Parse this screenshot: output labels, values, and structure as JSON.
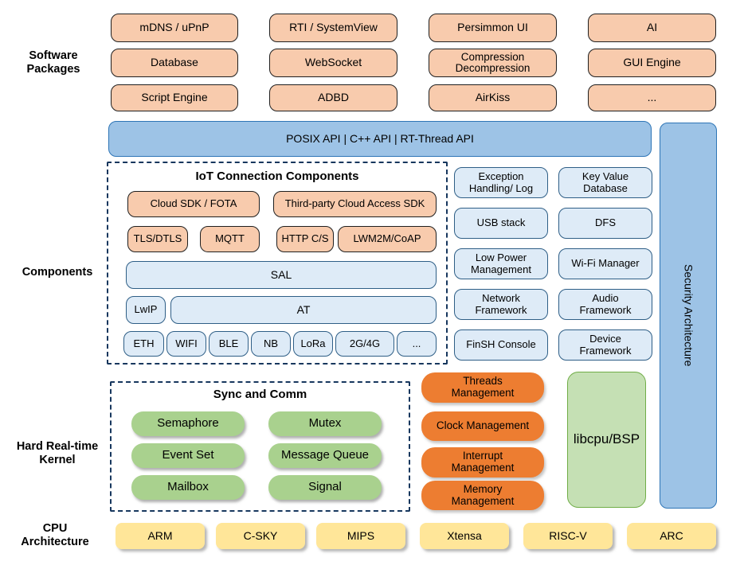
{
  "labels": {
    "software": "Software\nPackages",
    "components": "Components",
    "kernel": "Hard Real-time\nKernel",
    "cpu": "CPU\nArchitecture"
  },
  "software": {
    "items": [
      "mDNS / uPnP",
      "RTI / SystemView",
      "Persimmon UI",
      "AI",
      "Database",
      "WebSocket",
      "Compression\nDecompression",
      "GUI Engine",
      "Script Engine",
      "ADBD",
      "AirKiss",
      "..."
    ]
  },
  "api_bar": {
    "label": "POSIX API  |  C++ API  |  RT-Thread API"
  },
  "iot": {
    "title": "IoT Connection Components",
    "cloud": [
      "Cloud SDK / FOTA",
      "Third-party Cloud Access SDK"
    ],
    "protocols": [
      "TLS/DTLS",
      "MQTT",
      "HTTP C/S",
      "LWM2M/CoAP"
    ],
    "sal": "SAL",
    "lwip": "LwIP",
    "at": "AT",
    "links": [
      "ETH",
      "WIFI",
      "BLE",
      "NB",
      "LoRa",
      "2G/4G",
      "..."
    ]
  },
  "components": {
    "items": [
      "Exception\nHandling/ Log",
      "Key Value\nDatabase",
      "USB stack",
      "DFS",
      "Low Power\nManagement",
      "Wi-Fi Manager",
      "Network\nFramework",
      "Audio\nFramework",
      "FinSH Console",
      "Device\nFramework"
    ]
  },
  "security": {
    "label": "Security Architecture"
  },
  "kernel": {
    "sync_title": "Sync and Comm",
    "sync_items": [
      "Semaphore",
      "Mutex",
      "Event Set",
      "Message Queue",
      "Mailbox",
      "Signal"
    ],
    "management": [
      "Threads\nManagement",
      "Clock Management",
      "Interrupt\nManagement",
      "Memory\nManagement"
    ],
    "libcpu": "libcpu/BSP"
  },
  "cpu": {
    "items": [
      "ARM",
      "C-SKY",
      "MIPS",
      "Xtensa",
      "RISC-V",
      "ARC"
    ]
  },
  "colors": {
    "peach_fill": "#F8CBAD",
    "dark_border": "#1f1f1f",
    "blue_bar_fill": "#9DC3E6",
    "blue_bar_border": "#2E75B6",
    "light_blue_fill": "#DEEBF7",
    "light_blue_border": "#2E5E86",
    "dash_border": "#17375E",
    "green_pill": "#A9D18E",
    "deep_orange": "#ED7D31",
    "libcpu_fill": "#C5E0B4",
    "libcpu_border": "#70AD47",
    "yellow_fill": "#FFE699"
  }
}
